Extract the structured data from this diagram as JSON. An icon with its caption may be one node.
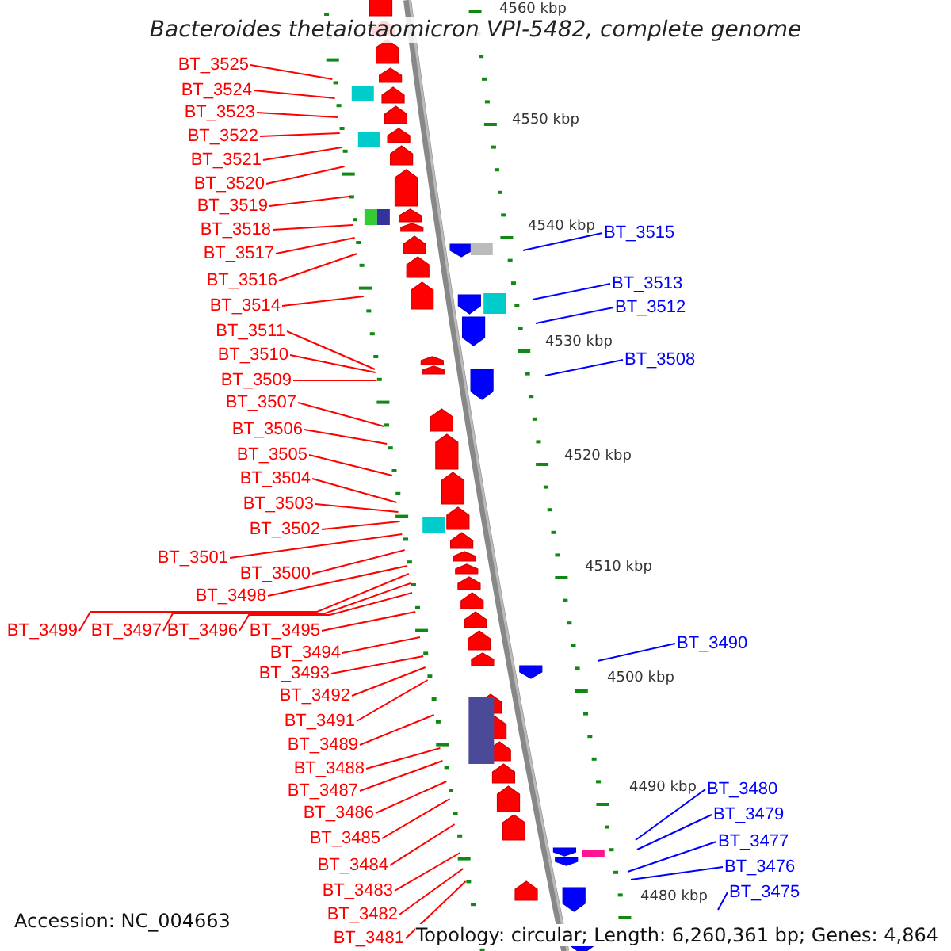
{
  "diagram": {
    "title": "Bacteroides thetaiotaomicron VPI-5482, complete genome",
    "nodes": [
      {
        "text": [
          "BT_3525"
        ]
      },
      {
        "text": [
          "BT_3524"
        ]
      },
      {
        "text": [
          "BT_3523"
        ]
      },
      {
        "text": [
          "BT_3522"
        ]
      },
      {
        "text": [
          "BT_3521"
        ]
      },
      {
        "text": [
          "BT_3520"
        ]
      },
      {
        "text": [
          "BT_3519"
        ]
      },
      {
        "text": [
          "BT_3518"
        ]
      },
      {
        "text": [
          "BT_3517"
        ]
      },
      {
        "text": [
          "BT_3516"
        ]
      },
      {
        "text": [
          "BT_3514"
        ]
      },
      {
        "text": [
          "BT_3511"
        ]
      },
      {
        "text": [
          "BT_3510"
        ]
      },
      {
        "text": [
          "BT_3509"
        ]
      },
      {
        "text": [
          "BT_3507"
        ]
      },
      {
        "text": [
          "BT_3506"
        ]
      },
      {
        "text": [
          "BT_3505"
        ]
      },
      {
        "text": [
          "BT_3504"
        ]
      },
      {
        "text": [
          "BT_3503"
        ]
      },
      {
        "text": [
          "BT_3502"
        ]
      },
      {
        "text": [
          "BT_3501"
        ]
      },
      {
        "text": [
          "BT_3500"
        ]
      },
      {
        "text": [
          "BT_3498"
        ]
      },
      {
        "text": [
          "BT_3499"
        ]
      },
      {
        "text": [
          "BT_3497"
        ]
      },
      {
        "text": [
          "BT_3496"
        ]
      },
      {
        "text": [
          "BT_3495"
        ]
      },
      {
        "text": [
          "BT_3494"
        ]
      },
      {
        "text": [
          "BT_3493"
        ]
      },
      {
        "text": [
          "BT_3492"
        ]
      },
      {
        "text": [
          "BT_3491"
        ]
      },
      {
        "text": [
          "BT_3489"
        ]
      },
      {
        "text": [
          "BT_3488"
        ]
      },
      {
        "text": [
          "BT_3487"
        ]
      },
      {
        "text": [
          "BT_3486"
        ]
      },
      {
        "text": [
          "BT_3485"
        ]
      },
      {
        "text": [
          "BT_3484"
        ]
      },
      {
        "text": [
          "BT_3483"
        ]
      },
      {
        "text": [
          "BT_3482"
        ]
      },
      {
        "text": [
          "BT_3481"
        ]
      },
      {
        "text": [
          "BT_3515"
        ]
      },
      {
        "text": [
          "BT_3513"
        ]
      },
      {
        "text": [
          "BT_3512"
        ]
      },
      {
        "text": [
          "BT_3508"
        ]
      },
      {
        "text": [
          "BT_3490"
        ]
      },
      {
        "text": [
          "BT_3480"
        ]
      },
      {
        "text": [
          "BT_3479"
        ]
      },
      {
        "text": [
          "BT_3477"
        ]
      },
      {
        "text": [
          "BT_3476"
        ]
      },
      {
        "text": [
          "BT_3475"
        ]
      }
    ],
    "edges": [
      {
        "from": 0,
        "to": null,
        "arrow": "none"
      },
      {
        "from": 1,
        "to": null,
        "arrow": "none"
      },
      {
        "from": 2,
        "to": null,
        "arrow": "none"
      },
      {
        "from": 3,
        "to": null,
        "arrow": "none"
      },
      {
        "from": 4,
        "to": null,
        "arrow": "none"
      },
      {
        "from": 5,
        "to": null,
        "arrow": "none"
      },
      {
        "from": 6,
        "to": null,
        "arrow": "none"
      },
      {
        "from": 7,
        "to": null,
        "arrow": "none"
      },
      {
        "from": 8,
        "to": null,
        "arrow": "none"
      },
      {
        "from": 9,
        "to": null,
        "arrow": "none"
      },
      {
        "from": 10,
        "to": null,
        "arrow": "none"
      },
      {
        "from": 11,
        "to": null,
        "arrow": "none"
      },
      {
        "from": 12,
        "to": null,
        "arrow": "none"
      },
      {
        "from": 13,
        "to": null,
        "arrow": "none"
      },
      {
        "from": 14,
        "to": null,
        "arrow": "none"
      },
      {
        "from": 15,
        "to": null,
        "arrow": "none"
      },
      {
        "from": 16,
        "to": null,
        "arrow": "none"
      },
      {
        "from": 17,
        "to": null,
        "arrow": "none"
      },
      {
        "from": 18,
        "to": null,
        "arrow": "none"
      },
      {
        "from": 19,
        "to": null,
        "arrow": "none"
      },
      {
        "from": 20,
        "to": null,
        "arrow": "none"
      },
      {
        "from": 21,
        "to": null,
        "arrow": "none"
      },
      {
        "from": 22,
        "to": null,
        "arrow": "none"
      },
      {
        "from": 23,
        "to": null,
        "arrow": "none"
      },
      {
        "from": 24,
        "to": null,
        "arrow": "none"
      },
      {
        "from": 25,
        "to": null,
        "arrow": "none"
      },
      {
        "from": 26,
        "to": null,
        "arrow": "none"
      },
      {
        "from": 27,
        "to": null,
        "arrow": "none"
      },
      {
        "from": 28,
        "to": null,
        "arrow": "none"
      },
      {
        "from": 29,
        "to": null,
        "arrow": "none"
      },
      {
        "from": 30,
        "to": null,
        "arrow": "none"
      },
      {
        "from": 31,
        "to": null,
        "arrow": "none"
      },
      {
        "from": 32,
        "to": null,
        "arrow": "none"
      },
      {
        "from": 33,
        "to": null,
        "arrow": "none"
      },
      {
        "from": 34,
        "to": null,
        "arrow": "none"
      },
      {
        "from": 35,
        "to": null,
        "arrow": "none"
      },
      {
        "from": 36,
        "to": null,
        "arrow": "none"
      },
      {
        "from": 37,
        "to": null,
        "arrow": "none"
      },
      {
        "from": 38,
        "to": null,
        "arrow": "none"
      },
      {
        "from": 39,
        "to": null,
        "arrow": "none"
      },
      {
        "from": 40,
        "to": null,
        "arrow": "none",
        "color": "#0000ff"
      },
      {
        "from": 41,
        "to": null,
        "arrow": "none",
        "color": "#0000ff"
      },
      {
        "from": 42,
        "to": null,
        "arrow": "none",
        "color": "#0000ff"
      },
      {
        "from": 43,
        "to": null,
        "arrow": "none",
        "color": "#0000ff"
      },
      {
        "from": 44,
        "to": null,
        "arrow": "none",
        "color": "#0000ff"
      },
      {
        "from": 45,
        "to": null,
        "arrow": "none",
        "color": "#0000ff"
      },
      {
        "from": 46,
        "to": null,
        "arrow": "none",
        "color": "#0000ff"
      },
      {
        "from": 47,
        "to": null,
        "arrow": "none",
        "color": "#0000ff"
      },
      {
        "from": 48,
        "to": null,
        "arrow": "none",
        "color": "#0000ff"
      },
      {
        "from": 49,
        "to": null,
        "arrow": "none",
        "color": "#0000ff"
      }
    ],
    "labels": [
      "4560 kbp",
      "4550 kbp",
      "4540 kbp",
      "4530 kbp",
      "4520 kbp",
      "4510 kbp",
      "4500 kbp",
      "4490 kbp",
      "4480 kbp",
      "Accession: NC_004663",
      "Topology: circular; Length: 6,260,361 bp; Genes: 4,864"
    ]
  }
}
